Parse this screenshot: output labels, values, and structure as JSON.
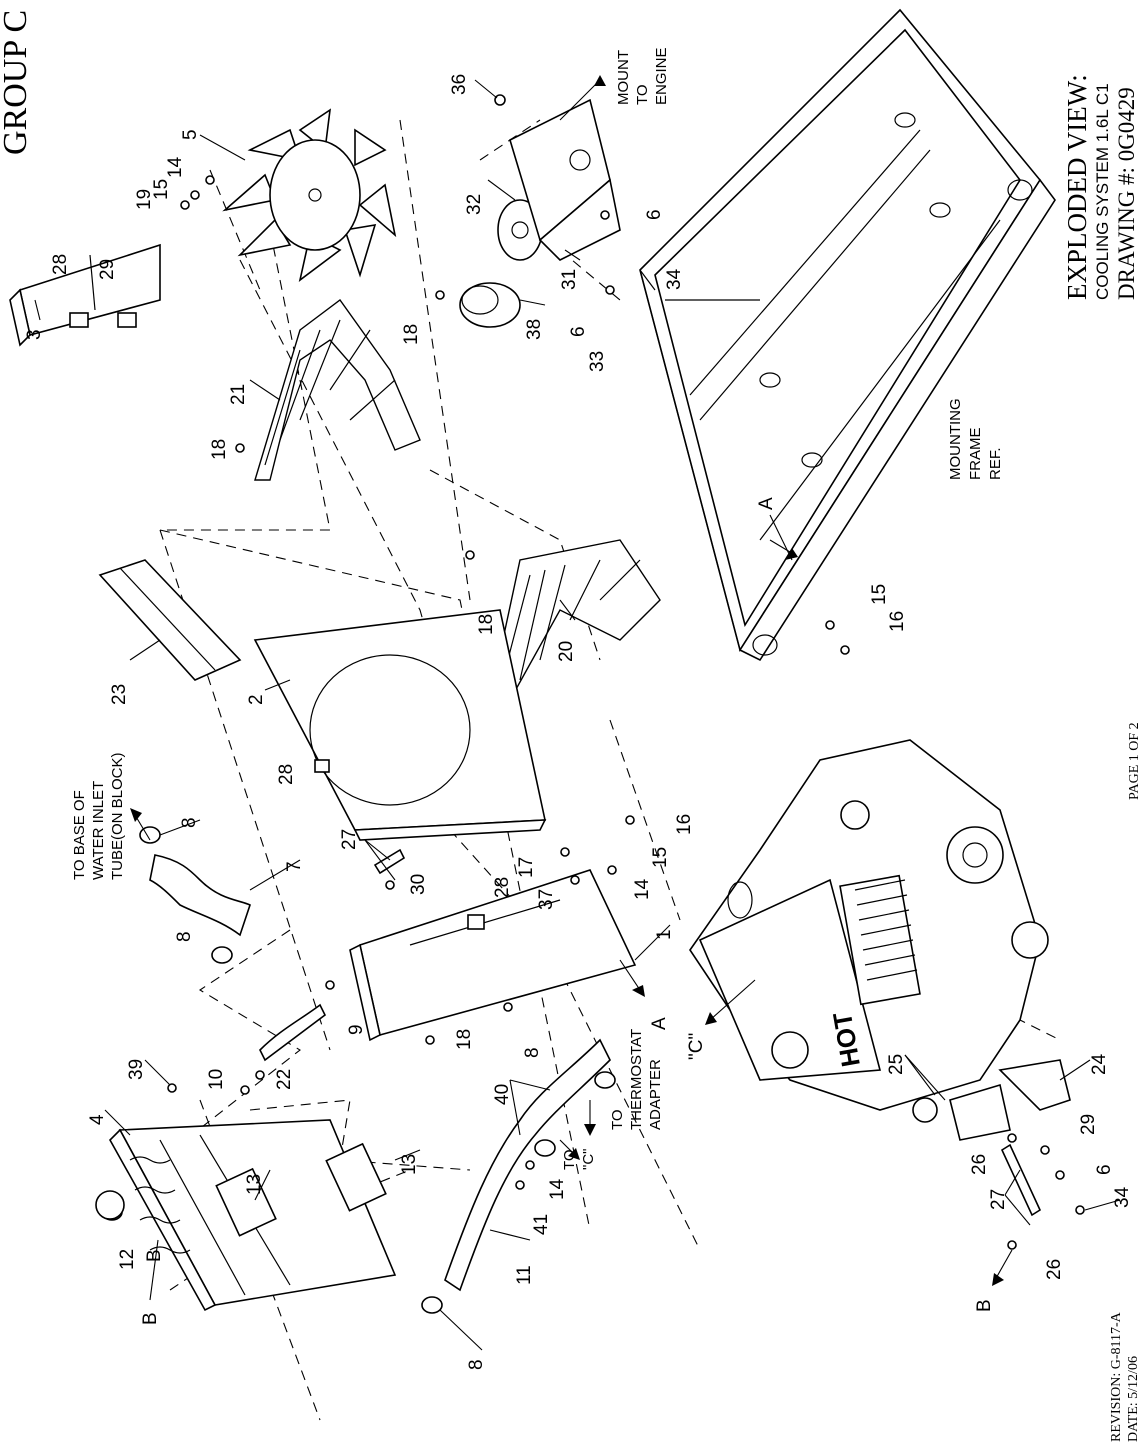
{
  "title_block": {
    "group": "GROUP C",
    "view_title": "EXPLODED VIEW:",
    "system": "COOLING SYSTEM 1.6L C1",
    "drawing_number": "DRAWING #: 0G0429",
    "page": "PAGE 1 OF 2",
    "revision": "REVISION: G-8117-A",
    "date": "DATE:  5/12/06"
  },
  "notes": {
    "mount_to_engine": [
      "MOUNT",
      "TO",
      "ENGINE"
    ],
    "mounting_frame": [
      "MOUNTING",
      "FRAME",
      "REF."
    ],
    "to_base": [
      "TO BASE OF",
      "WATER INLET",
      "TUBE(ON BLOCK)"
    ],
    "to_thermostat": [
      "TO",
      "THERMOSTAT",
      "ADAPTER"
    ],
    "to_c": [
      "TO",
      "\"C\""
    ],
    "c_ref": "\"C\"",
    "ref_a1": "A",
    "ref_a2": "A",
    "ref_b1": "B",
    "ref_b2": "B",
    "hot_label": "HOT"
  },
  "callouts": [
    "36",
    "5",
    "14",
    "15",
    "19",
    "28",
    "29",
    "3",
    "32",
    "6",
    "34",
    "31",
    "38",
    "6",
    "33",
    "18",
    "21",
    "18",
    "23",
    "2",
    "28",
    "20",
    "18",
    "15",
    "16",
    "8",
    "7",
    "8",
    "27",
    "30",
    "28",
    "17",
    "37",
    "16",
    "15",
    "14",
    "1",
    "9",
    "18",
    "39",
    "10",
    "22",
    "4",
    "12",
    "B",
    "13",
    "13",
    "11",
    "41",
    "14",
    "40",
    "8",
    "8",
    "25",
    "24",
    "26",
    "29",
    "6",
    "34",
    "27",
    "26"
  ]
}
